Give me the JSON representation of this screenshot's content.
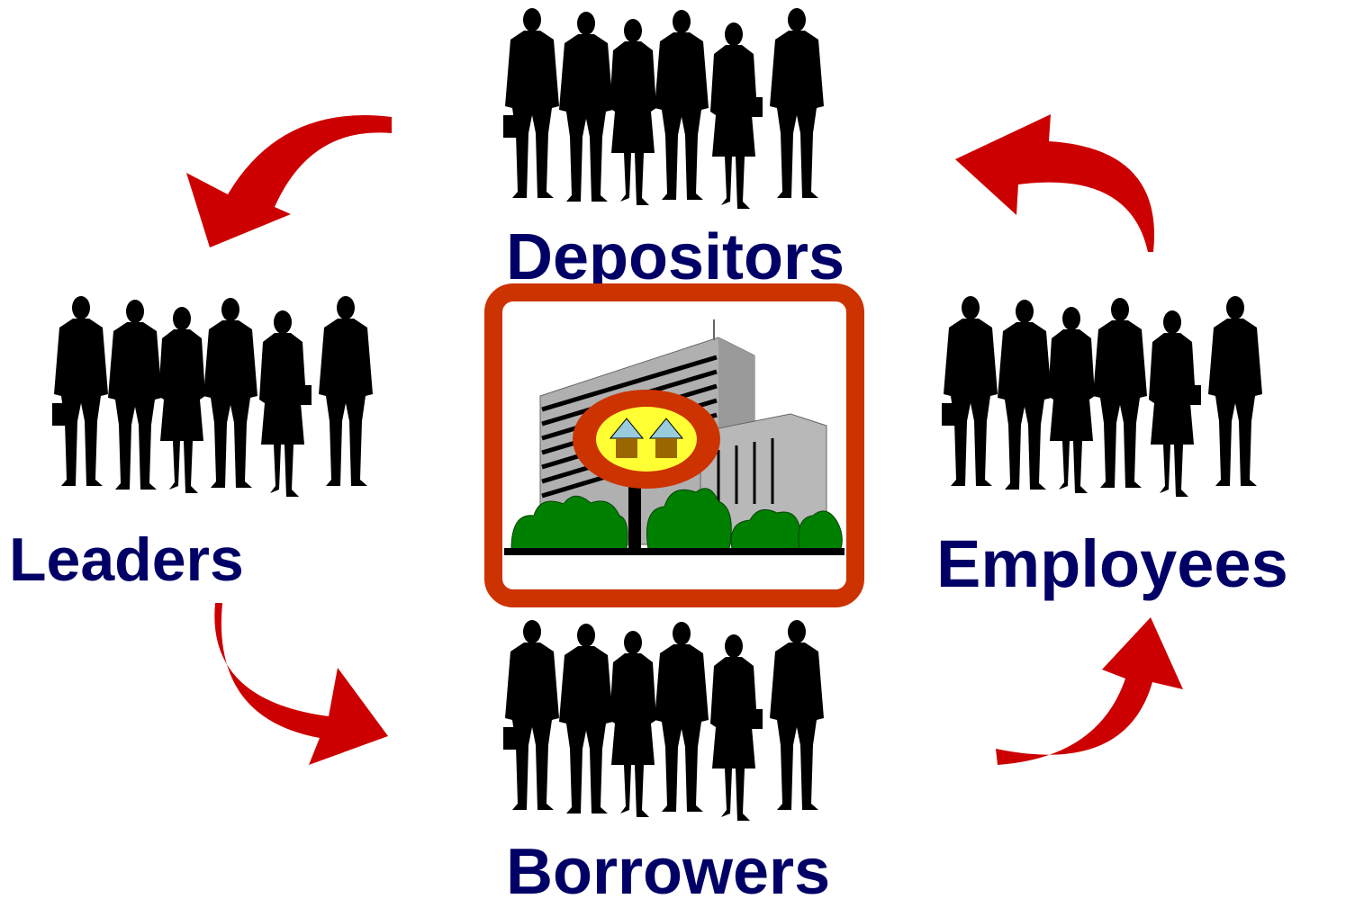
{
  "labels": {
    "depositors": "Depositors",
    "leaders": "Leaders",
    "employees": "Employees",
    "borrowers": "Borrowers"
  },
  "icons": {
    "people_group": "people-group-silhouette-icon",
    "bank": "bank-building-icon",
    "arrow": "curved-arrow-icon"
  },
  "colors": {
    "label": "#000066",
    "arrow": "#cc0000",
    "frame": "#cc3300",
    "silhouette": "#000000",
    "bush": "#008000",
    "building": "#b0b0b0",
    "logo_fill": "#ffff33"
  }
}
